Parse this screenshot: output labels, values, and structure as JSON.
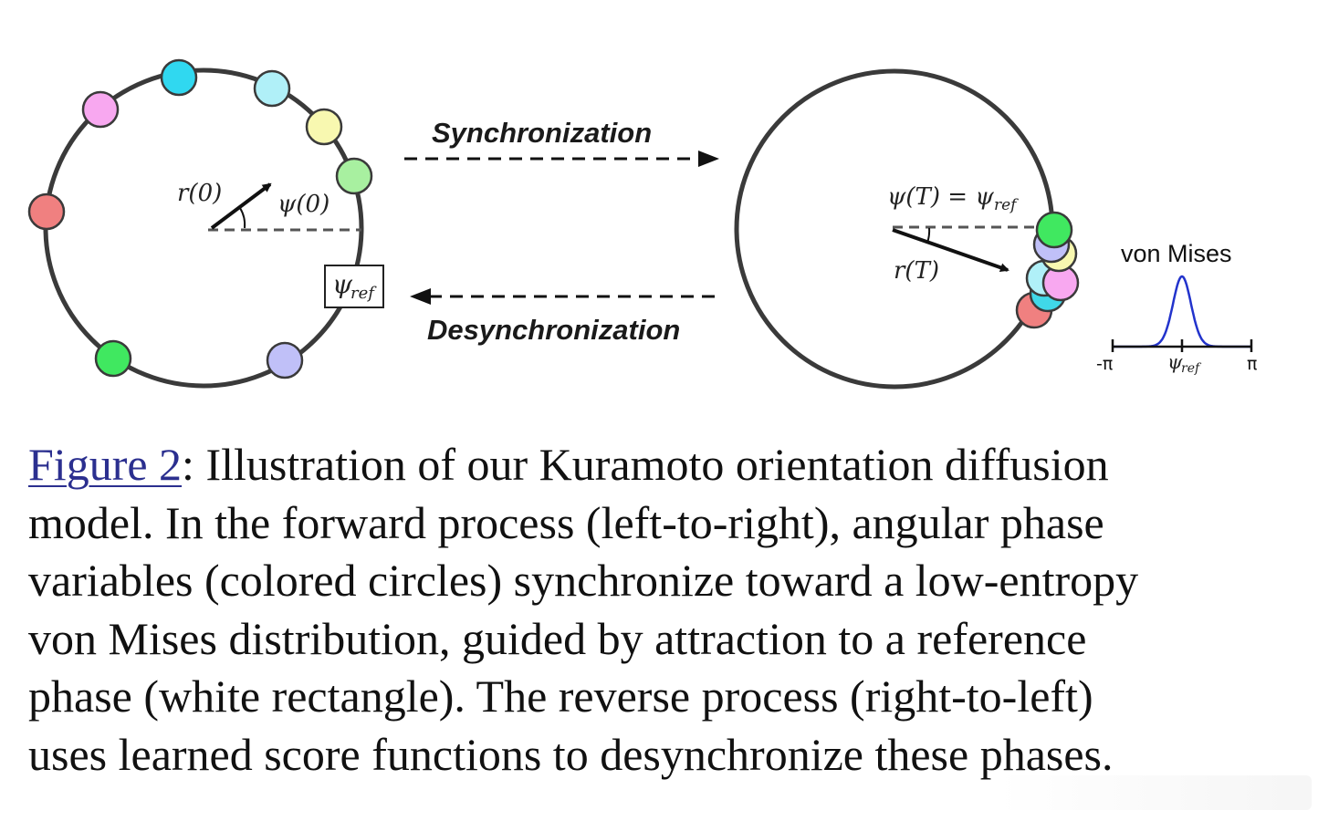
{
  "figure": {
    "sync_label": "Synchronization",
    "desync_label": "Desynchronization",
    "left": {
      "r_label": "r(0)",
      "psi_label": "ψ(0)",
      "psi_ref_main": "ψ",
      "psi_ref_sub": "ref",
      "oscillator_colors": [
        "#f08080",
        "#f8a8f0",
        "#30d8f0",
        "#b0f0f8",
        "#f8f8b0",
        "#a8f0a0",
        "#c0c0f8",
        "#40e860"
      ]
    },
    "right": {
      "psi_eq_main": "ψ(T) = ψ",
      "psi_eq_sub": "ref",
      "r_label": "r(T)",
      "oscillator_colors": [
        "#f08080",
        "#40d8e8",
        "#b0f0f8",
        "#f8a8f0",
        "#f8f8b0",
        "#c0c0f8",
        "#40e860"
      ]
    },
    "von_mises": {
      "title": "von Mises",
      "tick_left": "-π",
      "tick_mid_main": "ψ",
      "tick_mid_sub": "ref",
      "tick_right": "π",
      "curve_color": "#2233cc"
    }
  },
  "caption": {
    "figure_ref": "Figure 2",
    "line1": ": Illustration of our Kuramoto orientation diffusion",
    "line2": "model. In the forward process (left-to-right), angular phase",
    "line3": "variables (colored circles) synchronize toward a low-entropy",
    "line4": "von Mises distribution, guided by attraction to a reference",
    "line5": "phase (white rectangle). The reverse process (right-to-left)",
    "line6": "uses learned score functions to desynchronize these phases."
  }
}
